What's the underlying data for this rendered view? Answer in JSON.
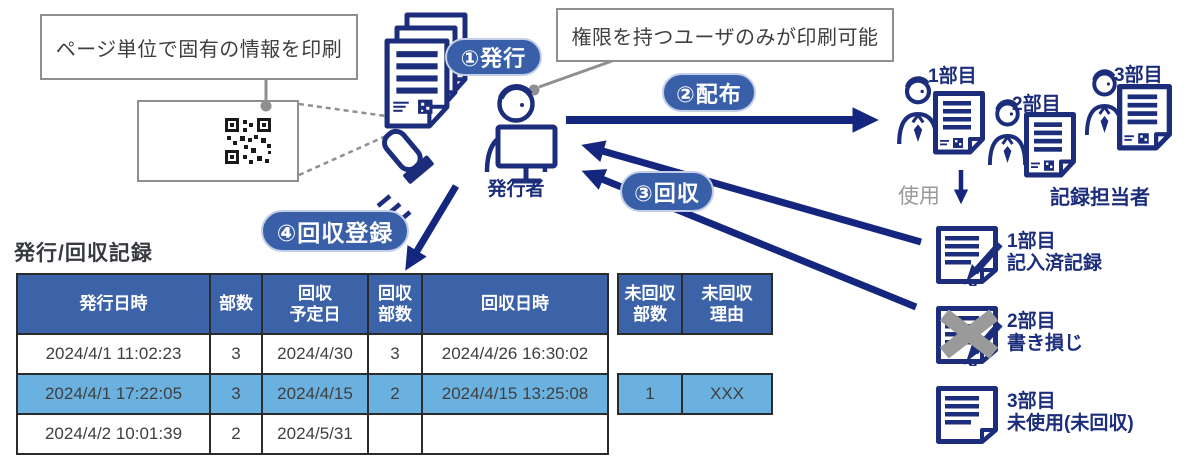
{
  "colors": {
    "navy": "#1c2e7b",
    "arrow_navy": "#14267d",
    "pill_blue": "#3a5fa9",
    "table_header_blue": "#3c63a8",
    "highlight_row_blue": "#6ab1e0",
    "callout_border_gray": "#8f8f8f",
    "gray_text": "#9a9a9a",
    "body_text": "#3f3f3f"
  },
  "callouts": {
    "print_info": "ページ単位で固有の情報を印刷",
    "permission": "権限を持つユーザのみが印刷可能"
  },
  "steps": {
    "issue": "①発行",
    "distribute": "②配布",
    "collect": "③回収",
    "register": "④回収登録"
  },
  "labels": {
    "issuer": "発行者",
    "use": "使用",
    "recorder": "記録担当者",
    "copy1": "1部目",
    "copy2": "2部目",
    "copy3": "3部目"
  },
  "return_items": [
    {
      "copy": "1部目",
      "status": "記入済記録",
      "icon": "document-pencil-icon"
    },
    {
      "copy": "2部目",
      "status": "書き損じ",
      "icon": "document-crossed-icon"
    },
    {
      "copy": "3部目",
      "status": "未使用(未回収)",
      "icon": "document-icon"
    }
  ],
  "table": {
    "title": "発行/回収記録",
    "headers": [
      "発行日時",
      "部数",
      "回収\n予定日",
      "回収\n部数",
      "回収日時",
      "未回収\n部数",
      "未回収\n理由"
    ],
    "rows": [
      {
        "cells": [
          "2024/4/1 11:02:23",
          "3",
          "2024/4/30",
          "3",
          "2024/4/26 16:30:02",
          "",
          ""
        ],
        "highlight": false
      },
      {
        "cells": [
          "2024/4/1 17:22:05",
          "3",
          "2024/4/15",
          "2",
          "2024/4/15 13:25:08",
          "1",
          "XXX"
        ],
        "highlight": true
      },
      {
        "cells": [
          "2024/4/2 10:01:39",
          "2",
          "2024/5/31",
          "",
          "",
          "",
          ""
        ],
        "highlight": false
      }
    ]
  },
  "icons": {
    "qr": "qr-code",
    "documents": "documents-stack-icon",
    "stamp": "stamp-icon",
    "issuer": "issuer-at-monitor-icon",
    "person": "person-icon",
    "pencil": "pencil-icon",
    "cross": "cross-icon"
  }
}
